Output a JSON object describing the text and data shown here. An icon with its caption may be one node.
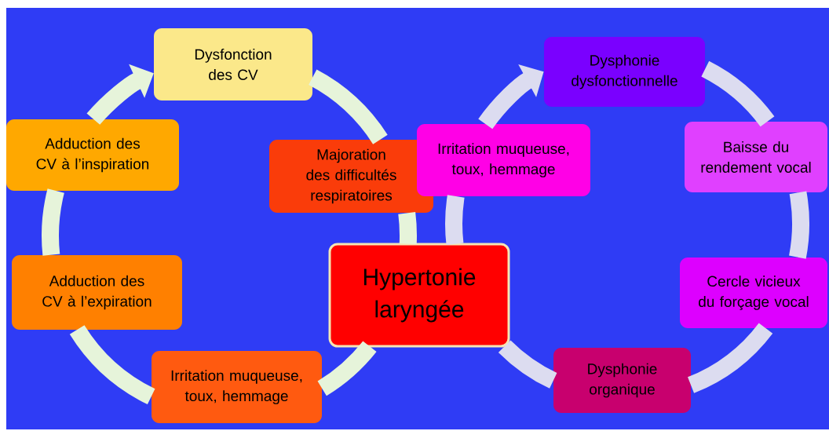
{
  "diagram": {
    "nodes": [
      {
        "text": [
          "Dysfonction des CV"
        ]
      },
      {
        "text": [
          "Adduction des CV à l’inspiration"
        ]
      },
      {
        "text": [
          "Majoration des difficultés respiratoires"
        ]
      },
      {
        "text": [
          "Adduction des CV à l’expiration"
        ]
      },
      {
        "text": [
          "Irritation muqueuse, toux, hemmage"
        ]
      },
      {
        "text": [
          "Hypertonie laryngée"
        ]
      },
      {
        "text": [
          "Dysphonie dysfonctionnelle"
        ]
      },
      {
        "text": [
          "Irritation muqueuse, toux, hemmage"
        ]
      },
      {
        "text": [
          "Baisse du rendement vocal"
        ]
      },
      {
        "text": [
          "Cercle vicieux du forçage vocal"
        ]
      },
      {
        "text": [
          "Dysphonie organique"
        ]
      }
    ],
    "edges": [
      {
        "from": 0,
        "to": 2,
        "arrow": "none",
        "color": "#e6f4da"
      },
      {
        "from": 2,
        "to": 5,
        "arrow": "none",
        "color": "#e6f4da"
      },
      {
        "from": 5,
        "to": 4,
        "arrow": "none",
        "color": "#e6f4da"
      },
      {
        "from": 4,
        "to": 3,
        "arrow": "none",
        "color": "#e6f4da"
      },
      {
        "from": 3,
        "to": 1,
        "arrow": "none",
        "color": "#e6f4da"
      },
      {
        "from": 1,
        "to": 0,
        "arrow": "to",
        "color": "#e6f4da"
      },
      {
        "from": 6,
        "to": 8,
        "arrow": "none",
        "color": "#dcdcf0"
      },
      {
        "from": 8,
        "to": 9,
        "arrow": "none",
        "color": "#dcdcf0"
      },
      {
        "from": 9,
        "to": 10,
        "arrow": "none",
        "color": "#dcdcf0"
      },
      {
        "from": 10,
        "to": 5,
        "arrow": "none",
        "color": "#dcdcf0"
      },
      {
        "from": 5,
        "to": 7,
        "arrow": "none",
        "color": "#dcdcf0"
      },
      {
        "from": 7,
        "to": 6,
        "arrow": "to",
        "color": "#dcdcf0"
      }
    ]
  }
}
